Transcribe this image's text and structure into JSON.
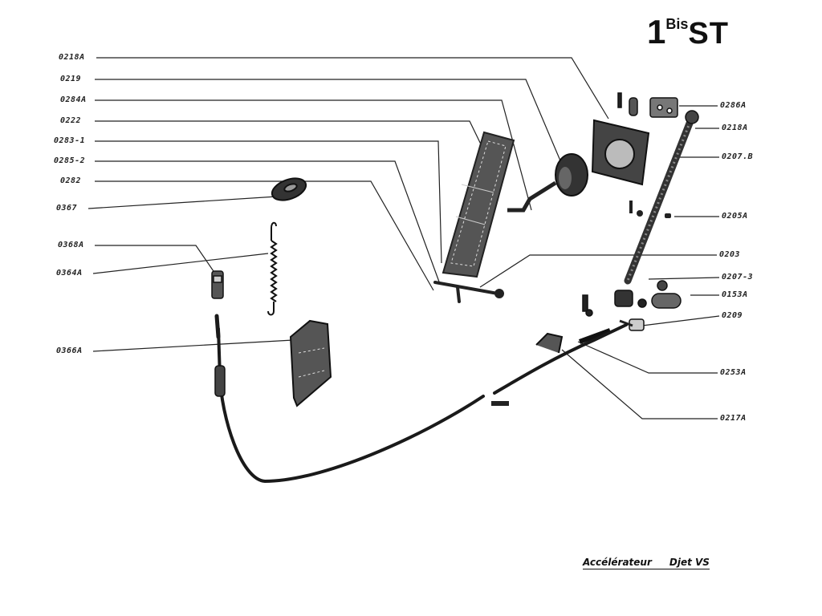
{
  "plate": {
    "number": "1",
    "superscript": "Bis",
    "suffix": "ST"
  },
  "caption": {
    "part": "Accélérateur",
    "model": "Djet VS"
  },
  "left_labels": [
    "0218A",
    "0219",
    "0284A",
    "0222",
    "0283-1",
    "0285-2",
    "0282",
    "0367",
    "0368A",
    "0364A",
    "0366A"
  ],
  "right_labels": [
    "0286A",
    "0218A",
    "0207.B",
    "0205A",
    "0203",
    "0207-3",
    "0153A",
    "0209",
    "0253A",
    "0217A"
  ]
}
